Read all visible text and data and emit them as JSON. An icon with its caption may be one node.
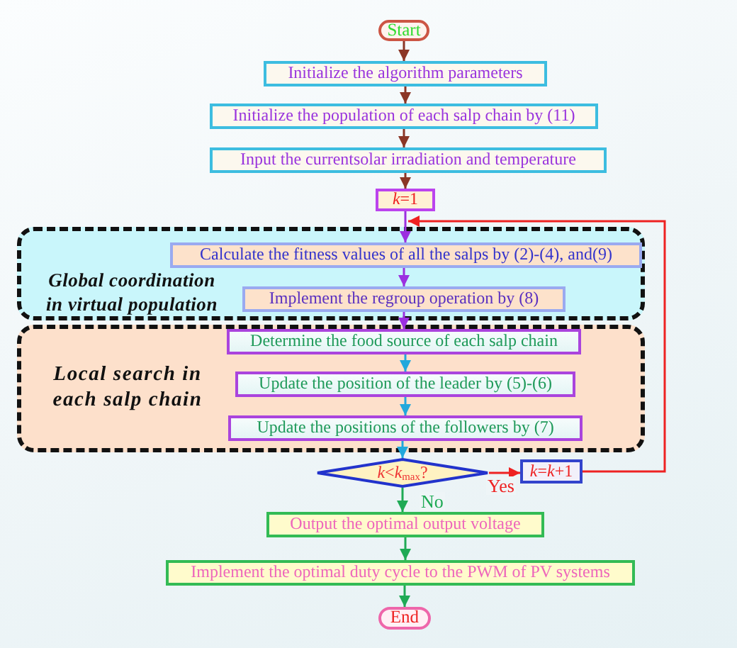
{
  "diagram": {
    "nodes": [
      {
        "text": [
          "Start"
        ]
      },
      {
        "text": [
          "Initialize the algorithm parameters"
        ]
      },
      {
        "text": [
          "Initialize the population of each salp chain by (11)"
        ]
      },
      {
        "text": [
          "Input the currentsolar irradiation and temperature"
        ]
      },
      {
        "text": [
          "*k*=1"
        ]
      },
      {
        "text": [
          "Global coordination in virtual population"
        ]
      },
      {
        "text": [
          "Calculate the fitness values of all the salps by (2)-(4), and(9)"
        ],
        "in": 5
      },
      {
        "text": [
          "Implement the regroup operation by (8)"
        ],
        "in": 5
      },
      {
        "text": [
          "Local search in each salp chain"
        ]
      },
      {
        "text": [
          "Determine the food source of each salp chain"
        ],
        "in": 8
      },
      {
        "text": [
          "Update the position of the leader by (5)-(6)"
        ],
        "in": 8
      },
      {
        "text": [
          "Update the positions of the followers by (7)"
        ],
        "in": 8
      },
      {
        "text": [
          "*k*<*k*$_{max}$?"
        ]
      },
      {
        "text": [
          "*k*=*k*+1"
        ]
      },
      {
        "text": [
          "Output the optimal output voltage"
        ]
      },
      {
        "text": [
          "Implement the optimal duty cycle to the PWM of PV systems"
        ]
      },
      {
        "text": [
          "End"
        ]
      }
    ],
    "edges": [
      {
        "from": 0,
        "to": 1,
        "arrow": "to",
        "color": "#8b3626"
      },
      {
        "from": 1,
        "to": 2,
        "arrow": "to",
        "color": "#8b3626"
      },
      {
        "from": 2,
        "to": 3,
        "arrow": "to",
        "color": "#8b3626"
      },
      {
        "from": 3,
        "to": 4,
        "arrow": "to",
        "color": "#8b3626"
      },
      {
        "from": 4,
        "to": 6,
        "arrow": "to",
        "color": "#9b30e0"
      },
      {
        "from": 6,
        "to": 7,
        "arrow": "to",
        "color": "#9b30e0"
      },
      {
        "from": 7,
        "to": 9,
        "arrow": "to",
        "color": "#9b30e0"
      },
      {
        "from": 9,
        "to": 10,
        "arrow": "to",
        "color": "#22a8dc"
      },
      {
        "from": 10,
        "to": 11,
        "arrow": "to",
        "color": "#22a8dc"
      },
      {
        "from": 11,
        "to": 12,
        "arrow": "to",
        "color": "#22a8dc"
      },
      {
        "from": 12,
        "to": 13,
        "arrow": "to",
        "label": "Yes",
        "color": "#ee2222"
      },
      {
        "from": 13,
        "to": 6,
        "arrow": "to",
        "color": "#ee2222"
      },
      {
        "from": 12,
        "to": 14,
        "arrow": "to",
        "label": "No",
        "color": "#1faa55"
      },
      {
        "from": 14,
        "to": 15,
        "arrow": "to",
        "color": "#1faa55"
      },
      {
        "from": 15,
        "to": 16,
        "arrow": "to",
        "color": "#1faa55"
      }
    ]
  }
}
